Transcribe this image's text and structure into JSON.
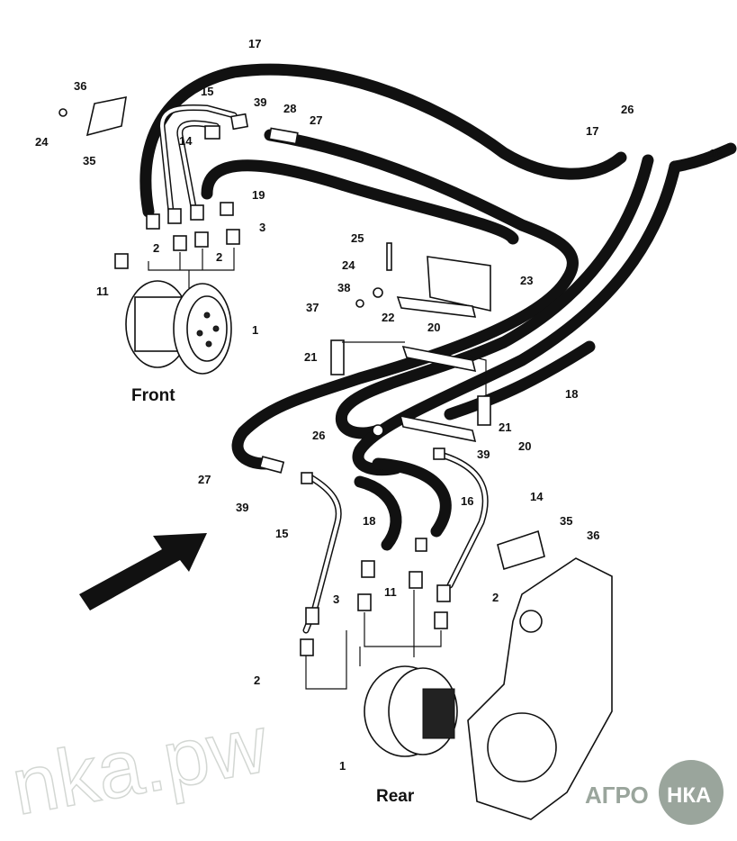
{
  "diagram": {
    "captions": {
      "front": "Front",
      "rear": "Rear"
    },
    "callouts": [
      "17",
      "36",
      "15",
      "39",
      "28",
      "27",
      "24",
      "14",
      "35",
      "26",
      "17",
      "16",
      "19",
      "25",
      "3",
      "2",
      "2",
      "11",
      "24",
      "23",
      "38",
      "37",
      "22",
      "20",
      "1",
      "21",
      "18",
      "21",
      "26",
      "20",
      "39",
      "27",
      "39",
      "14",
      "16",
      "18",
      "35",
      "36",
      "15",
      "3",
      "11",
      "2",
      "2",
      "1"
    ],
    "watermark": "nka.pw",
    "logo": {
      "text_left": "АГРО",
      "text_right": "НКА",
      "color": "#9aa59c"
    },
    "colors": {
      "line": "#111111",
      "background": "#ffffff"
    }
  }
}
